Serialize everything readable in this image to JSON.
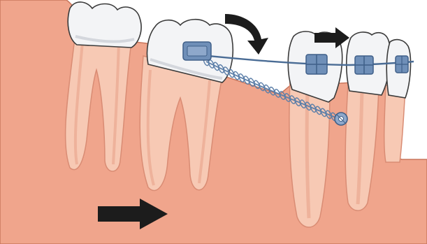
{
  "figure": {
    "background": "#ffffff",
    "colors": {
      "gum": "#f0a58c",
      "gum_edge": "#c9765c",
      "root": "#f7c9b4",
      "root_inner": "#eeb29b",
      "enamel": "#f3f4f6",
      "enamel_shadow": "#d4d7dd",
      "outline": "#3a3a3a",
      "bracket": "#6f8fb8",
      "bracket_dark": "#3f5f88",
      "wire": "#4a6c95",
      "spring": "#5b7ea8",
      "arrow": "#1c1c1c"
    },
    "icons": {
      "curved_arrow": "clockwise-rotation-arrow",
      "top_arrow": "right-arrow",
      "bottom_arrow": "right-arrow"
    }
  }
}
